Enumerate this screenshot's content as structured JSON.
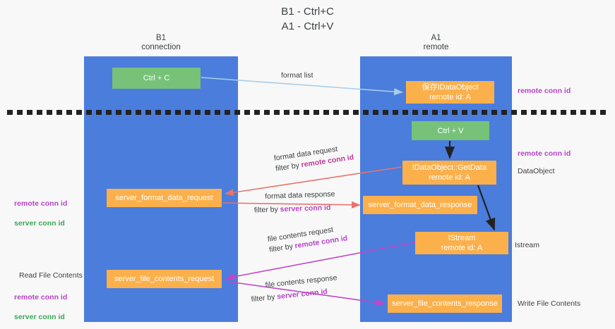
{
  "title": "B1 - Ctrl+C\nA1 - Ctrl+V",
  "colors": {
    "lane": "#4a7ddc",
    "green_node": "#76c279",
    "orange_node": "#fbb04c",
    "purple_label": "#b843c9",
    "green_label": "#3aa856",
    "arrow_blue": "#a8cdea",
    "arrow_red": "#e8736b",
    "arrow_magenta": "#c246c8",
    "arrow_black": "#222222",
    "divider": "#222222",
    "background": "#f8f8f8"
  },
  "columns": [
    {
      "id": "b1",
      "name": "B1",
      "role": "connection",
      "header": "B1\nconnection"
    },
    {
      "id": "a1",
      "name": "A1",
      "role": "remote",
      "header": "A1\nremote"
    }
  ],
  "nodes": [
    {
      "id": "ctrl-c",
      "label": "Ctrl + C",
      "type": "green",
      "column": "b1"
    },
    {
      "id": "store-idataobject",
      "label": "保存IDataObject\nremote id: A",
      "type": "orange",
      "column": "a1"
    },
    {
      "id": "ctrl-v",
      "label": "Ctrl + V",
      "type": "green",
      "column": "a1"
    },
    {
      "id": "idataobject-getdata",
      "label": "IDataObject::GetData\nremote id: A",
      "type": "orange",
      "column": "a1"
    },
    {
      "id": "server-format-data-request",
      "label": "server_format_data_request",
      "type": "orange",
      "column": "b1"
    },
    {
      "id": "server-format-data-response",
      "label": "server_format_data_response",
      "type": "orange",
      "column": "a1"
    },
    {
      "id": "istream",
      "label": "IStream\nremote id: A",
      "type": "orange",
      "column": "a1"
    },
    {
      "id": "server-file-contents-request",
      "label": "server_file_contents_request",
      "type": "orange",
      "column": "b1"
    },
    {
      "id": "server-file-contents-response",
      "label": "server_file_contents_response",
      "type": "orange",
      "column": "a1"
    }
  ],
  "edge_labels": {
    "format_list": "format list",
    "format_data_request": {
      "line1": "format data request",
      "line2_prefix": "filter by ",
      "line2_highlight": "remote conn id"
    },
    "format_data_response": {
      "line1": "format data response",
      "line2_prefix": "filter by ",
      "line2_highlight": "server conn id"
    },
    "file_contents_request": {
      "line1": "file contents request",
      "line2_prefix": "filter by ",
      "line2_highlight": "remote conn id"
    },
    "file_contents_response": {
      "line1": "file contents response",
      "line2_prefix": "filter by ",
      "line2_highlight": "server conn id"
    }
  },
  "annotations": {
    "right": [
      {
        "id": "remote-conn-id-1",
        "text": "remote conn id",
        "style": "purple"
      },
      {
        "id": "remote-conn-id-2",
        "text": "remote conn id",
        "style": "purple"
      },
      {
        "id": "dataobject",
        "text": "DataObject",
        "style": "plain"
      },
      {
        "id": "istream",
        "text": "Istream",
        "style": "plain"
      },
      {
        "id": "write-file-contents",
        "text": "Write File Contents",
        "style": "plain"
      }
    ],
    "left": [
      {
        "id": "conn-ids-1",
        "remote": "remote conn id",
        "server": "server conn id"
      },
      {
        "id": "read-file-contents",
        "text": "Read File Contents",
        "style": "plain"
      },
      {
        "id": "conn-ids-2",
        "remote": "remote conn id",
        "server": "server conn id"
      }
    ]
  }
}
